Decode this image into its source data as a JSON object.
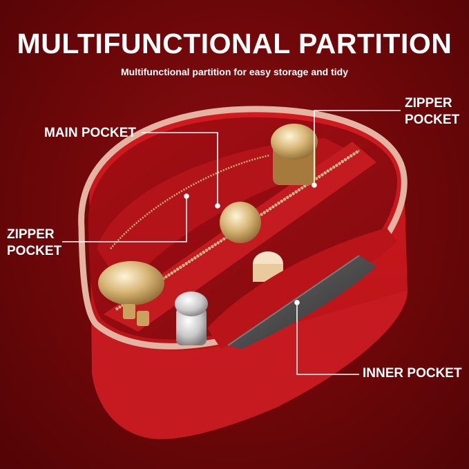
{
  "header": {
    "title": "MULTIFUNCTIONAL PARTITION",
    "subtitle": "Multifunctional partition for easy storage and tidy"
  },
  "callouts": {
    "main_pocket": "MAIN POCKET",
    "zipper_pocket_right_line1": "ZIPPER",
    "zipper_pocket_right_line2": "POCKET",
    "zipper_pocket_left_line1": "ZIPPER",
    "zipper_pocket_left_line2": "POCKET",
    "inner_pocket": "INNER POCKET"
  },
  "colors": {
    "background": "#6d0709",
    "felt_red": "#c8161b",
    "trim": "#e6b8a8",
    "text": "#ffffff"
  }
}
